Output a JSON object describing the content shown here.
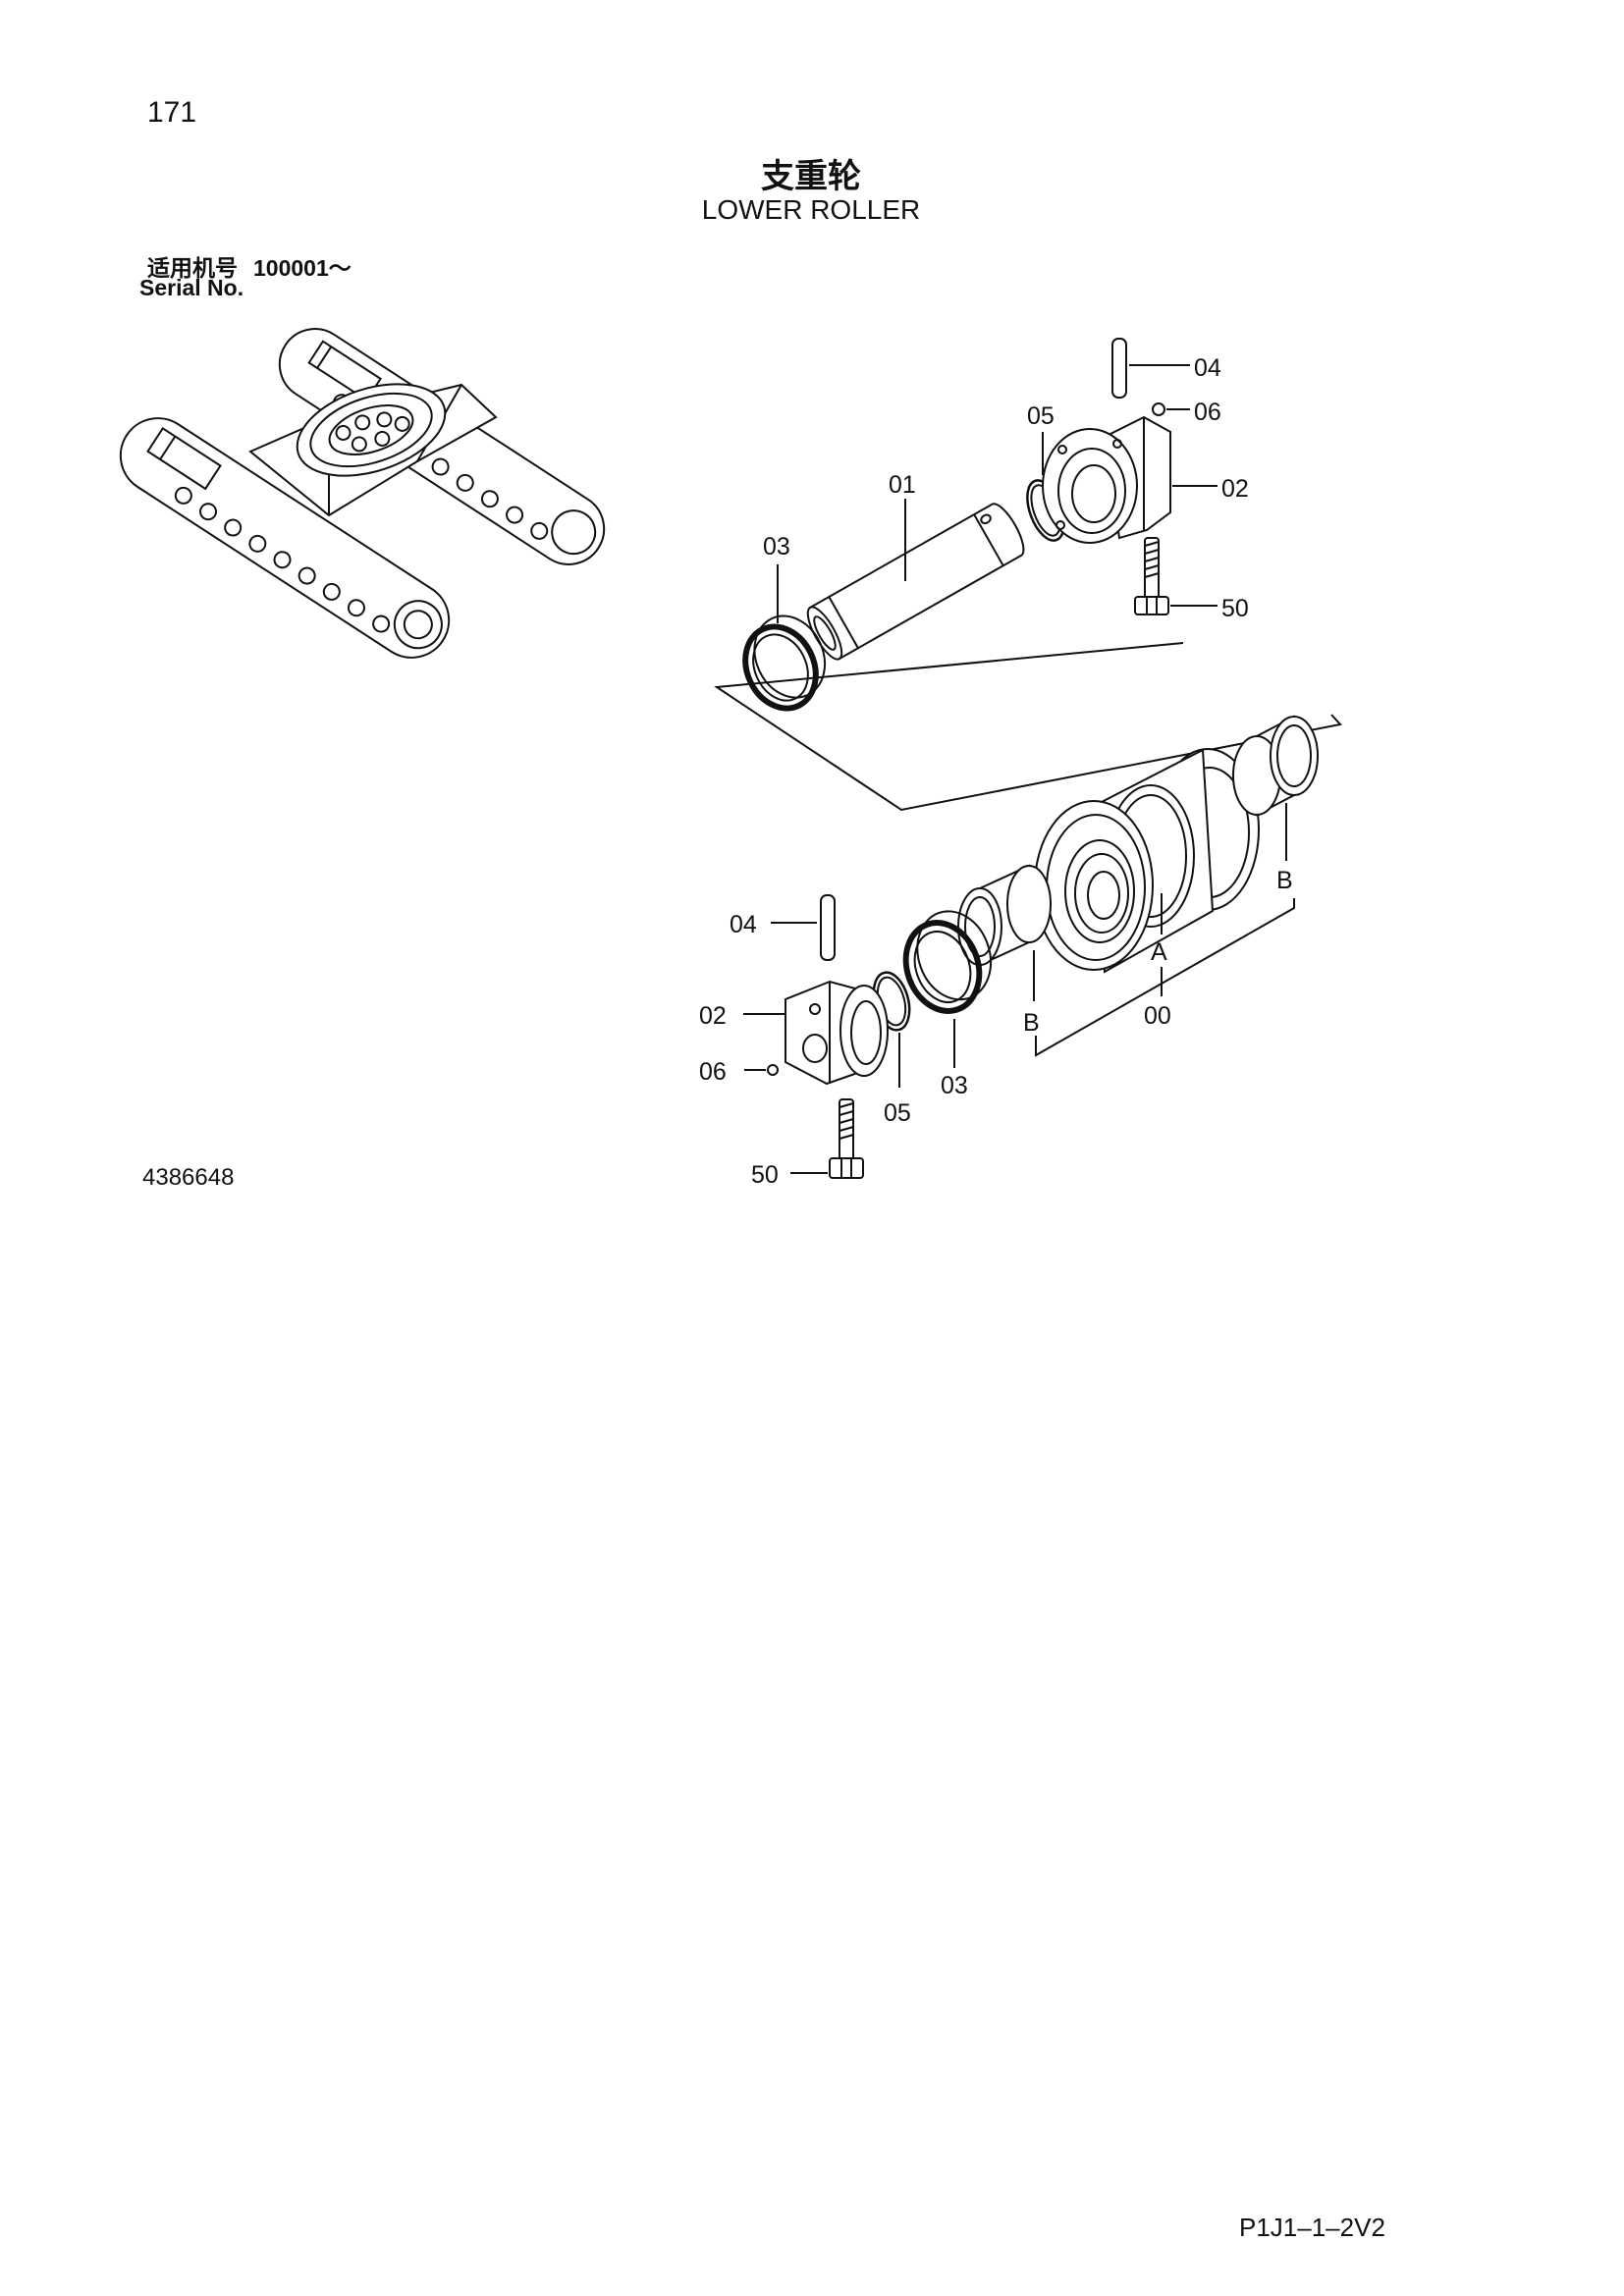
{
  "header": {
    "page_number": "171",
    "title_cn": "支重轮",
    "title_en": "LOWER ROLLER"
  },
  "serial": {
    "label_cn": "适用机号",
    "range": "100001～",
    "label_en": "Serial No."
  },
  "figure": {
    "upper": {
      "pin": "04",
      "plug": "06",
      "o_ring": "05",
      "shaft": "01",
      "bracket": "02",
      "seal": "03",
      "bolt": "50"
    },
    "lower": {
      "roller": "00",
      "roller_ref": "A",
      "collar_right": "B",
      "collar_left": "B",
      "pin": "04",
      "bracket": "02",
      "plug": "06",
      "o_ring": "05",
      "seal": "03",
      "bolt": "50"
    }
  },
  "footer": {
    "drawing_number": "4386648",
    "page_code": "P1J1–1–2V2"
  }
}
